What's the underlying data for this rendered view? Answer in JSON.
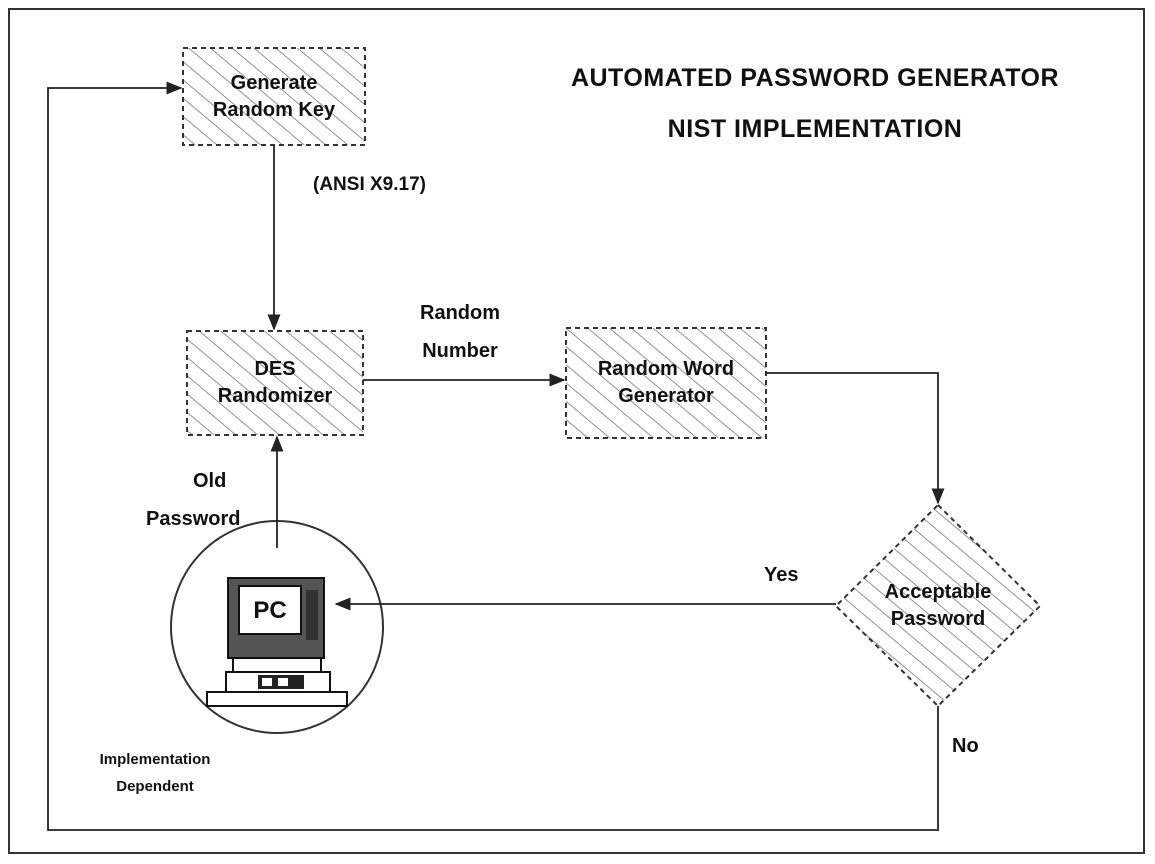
{
  "title": {
    "line1": "AUTOMATED PASSWORD GENERATOR",
    "line2": "NIST IMPLEMENTATION"
  },
  "nodes": {
    "generate_key": {
      "line1": "Generate",
      "line2": "Random Key"
    },
    "des": {
      "line1": "DES",
      "line2": "Randomizer"
    },
    "word_gen": {
      "line1": "Random Word",
      "line2": "Generator"
    },
    "decision": {
      "line1": "Acceptable",
      "line2": "Password"
    },
    "pc": {
      "label": "PC"
    }
  },
  "edge_labels": {
    "ansi": "(ANSI X9.17)",
    "random_number_1": "Random",
    "random_number_2": "Number",
    "old_password_1": "Old",
    "old_password_2": "Password",
    "yes": "Yes",
    "no": "No"
  },
  "caption": {
    "line1": "Implementation",
    "line2": "Dependent"
  }
}
